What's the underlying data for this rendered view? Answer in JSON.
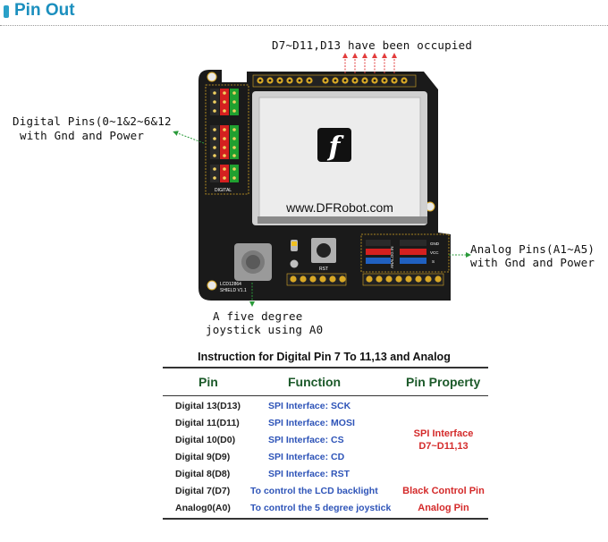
{
  "header": {
    "title": "Pin Out"
  },
  "annotations": {
    "occupied": "D7~D11,D13 have been occupied",
    "digital_line1": "Digital Pins(0~1&2~6&12",
    "digital_line2": "with Gnd and Power",
    "analog_line1": "Analog Pins(A1~A5)",
    "analog_line2": "with Gnd and Power",
    "joystick_line1": "A five degree",
    "joystick_line2": "joystick using A0"
  },
  "board": {
    "url": "www.DFRobot.com",
    "logo_letter": "f",
    "silk_digital": "DIGITAL",
    "silk_analog": "ANALOG IN",
    "silk_rst": "RST",
    "silk_gnd": "GND",
    "silk_vcc": "VCC",
    "silk_s": "S",
    "silk_model": "LCD12864",
    "silk_version": "SHIELD V1.1",
    "colors": {
      "pcb": "#1a1a1a",
      "gold": "#d8a826",
      "screen_bezel": "#d0d0d0",
      "screen": "#ececec",
      "gnd_pin": "#2a2a2a",
      "vcc_pin": "#d42020",
      "sig_pin": "#20a030",
      "analog_sig": "#2060c0",
      "arrow_red": "#e23c3c",
      "arrow_green": "#2a9a3a"
    }
  },
  "table": {
    "caption": "Instruction for Digital Pin 7 To 11,13 and Analog",
    "headers": [
      "Pin",
      "Function",
      "Pin Property"
    ],
    "rows": [
      {
        "pin": "Digital 13(D13)",
        "function": "SPI Interface: SCK"
      },
      {
        "pin": "Digital 11(D11)",
        "function": "SPI Interface: MOSI"
      },
      {
        "pin": "Digital 10(D0)",
        "function": "SPI Interface: CS"
      },
      {
        "pin": "Digital 9(D9)",
        "function": "SPI Interface: CD"
      },
      {
        "pin": "Digital 8(D8)",
        "function": "SPI Interface: RST"
      },
      {
        "pin": "Digital 7(D7)",
        "function": "To control the LCD backlight"
      },
      {
        "pin": "Analog0(A0)",
        "function": "To control the 5 degree joystick"
      }
    ],
    "properties": {
      "spi_line1": "SPI Interface",
      "spi_line2": "D7~D11,13",
      "backlight": "Black Control Pin",
      "analog": "Analog Pin"
    }
  }
}
